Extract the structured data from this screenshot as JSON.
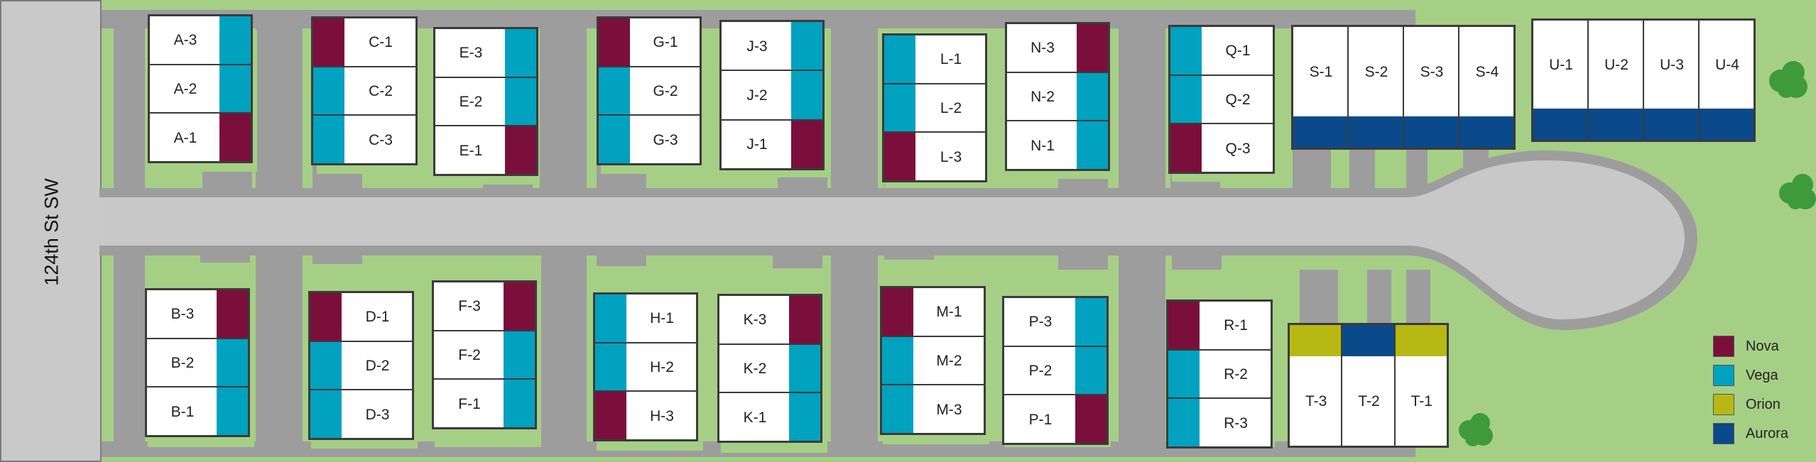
{
  "street": {
    "name": "124th St SW"
  },
  "colors": {
    "Nova": "#7a0f3c",
    "Vega": "#00a2bf",
    "Orion": "#b8b815",
    "Aurora": "#0a4a8a",
    "grass": "#a6cf86",
    "paving": "#9d9d9d",
    "road": "#c8c8c8"
  },
  "legend": [
    {
      "label": "Nova",
      "color": "#7a0f3c"
    },
    {
      "label": "Vega",
      "color": "#00a2bf"
    },
    {
      "label": "Orion",
      "color": "#b8b815"
    },
    {
      "label": "Aurora",
      "color": "#0a4a8a"
    }
  ],
  "buildings": [
    {
      "name": "A",
      "units": [
        {
          "label": "A-3",
          "type": "Vega"
        },
        {
          "label": "A-2",
          "type": "Vega"
        },
        {
          "label": "A-1",
          "type": "Nova"
        }
      ]
    },
    {
      "name": "C",
      "units": [
        {
          "label": "C-1",
          "type": "Nova"
        },
        {
          "label": "C-2",
          "type": "Vega"
        },
        {
          "label": "C-3",
          "type": "Vega"
        }
      ]
    },
    {
      "name": "E",
      "units": [
        {
          "label": "E-3",
          "type": "Vega"
        },
        {
          "label": "E-2",
          "type": "Vega"
        },
        {
          "label": "E-1",
          "type": "Nova"
        }
      ]
    },
    {
      "name": "G",
      "units": [
        {
          "label": "G-1",
          "type": "Nova"
        },
        {
          "label": "G-2",
          "type": "Vega"
        },
        {
          "label": "G-3",
          "type": "Vega"
        }
      ]
    },
    {
      "name": "J",
      "units": [
        {
          "label": "J-3",
          "type": "Vega"
        },
        {
          "label": "J-2",
          "type": "Vega"
        },
        {
          "label": "J-1",
          "type": "Nova"
        }
      ]
    },
    {
      "name": "L",
      "units": [
        {
          "label": "L-1",
          "type": "Vega"
        },
        {
          "label": "L-2",
          "type": "Vega"
        },
        {
          "label": "L-3",
          "type": "Nova"
        }
      ]
    },
    {
      "name": "N",
      "units": [
        {
          "label": "N-3",
          "type": "Nova"
        },
        {
          "label": "N-2",
          "type": "Vega"
        },
        {
          "label": "N-1",
          "type": "Vega"
        }
      ]
    },
    {
      "name": "Q",
      "units": [
        {
          "label": "Q-1",
          "type": "Vega"
        },
        {
          "label": "Q-2",
          "type": "Vega"
        },
        {
          "label": "Q-3",
          "type": "Nova"
        }
      ]
    },
    {
      "name": "S",
      "units": [
        {
          "label": "S-1",
          "type": "Aurora"
        },
        {
          "label": "S-2",
          "type": "Aurora"
        },
        {
          "label": "S-3",
          "type": "Aurora"
        },
        {
          "label": "S-4",
          "type": "Aurora"
        }
      ]
    },
    {
      "name": "U",
      "units": [
        {
          "label": "U-1",
          "type": "Aurora"
        },
        {
          "label": "U-2",
          "type": "Aurora"
        },
        {
          "label": "U-3",
          "type": "Aurora"
        },
        {
          "label": "U-4",
          "type": "Aurora"
        }
      ]
    },
    {
      "name": "B",
      "units": [
        {
          "label": "B-3",
          "type": "Nova"
        },
        {
          "label": "B-2",
          "type": "Vega"
        },
        {
          "label": "B-1",
          "type": "Vega"
        }
      ]
    },
    {
      "name": "D",
      "units": [
        {
          "label": "D-1",
          "type": "Nova"
        },
        {
          "label": "D-2",
          "type": "Vega"
        },
        {
          "label": "D-3",
          "type": "Vega"
        }
      ]
    },
    {
      "name": "F",
      "units": [
        {
          "label": "F-3",
          "type": "Nova"
        },
        {
          "label": "F-2",
          "type": "Vega"
        },
        {
          "label": "F-1",
          "type": "Vega"
        }
      ]
    },
    {
      "name": "H",
      "units": [
        {
          "label": "H-1",
          "type": "Vega"
        },
        {
          "label": "H-2",
          "type": "Vega"
        },
        {
          "label": "H-3",
          "type": "Nova"
        }
      ]
    },
    {
      "name": "K",
      "units": [
        {
          "label": "K-3",
          "type": "Nova"
        },
        {
          "label": "K-2",
          "type": "Vega"
        },
        {
          "label": "K-1",
          "type": "Vega"
        }
      ]
    },
    {
      "name": "M",
      "units": [
        {
          "label": "M-1",
          "type": "Nova"
        },
        {
          "label": "M-2",
          "type": "Vega"
        },
        {
          "label": "M-3",
          "type": "Vega"
        }
      ]
    },
    {
      "name": "P",
      "units": [
        {
          "label": "P-3",
          "type": "Vega"
        },
        {
          "label": "P-2",
          "type": "Vega"
        },
        {
          "label": "P-1",
          "type": "Nova"
        }
      ]
    },
    {
      "name": "R",
      "units": [
        {
          "label": "R-1",
          "type": "Nova"
        },
        {
          "label": "R-2",
          "type": "Vega"
        },
        {
          "label": "R-3",
          "type": "Vega"
        }
      ]
    },
    {
      "name": "T",
      "units": [
        {
          "label": "T-3",
          "type": "Orion"
        },
        {
          "label": "T-2",
          "type": "Aurora"
        },
        {
          "label": "T-1",
          "type": "Orion"
        }
      ]
    }
  ]
}
